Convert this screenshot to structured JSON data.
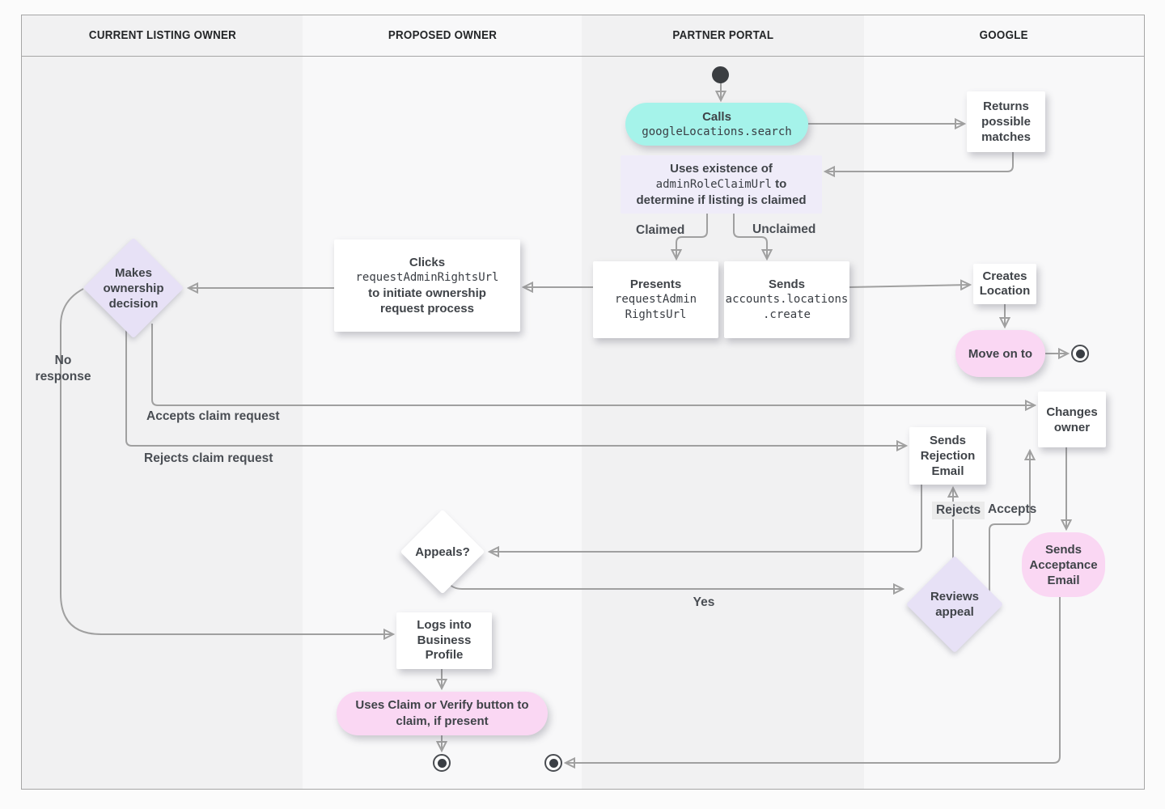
{
  "lanes": [
    {
      "title": "CURRENT LISTING OWNER"
    },
    {
      "title": "PROPOSED OWNER"
    },
    {
      "title": "PARTNER PORTAL"
    },
    {
      "title": "GOOGLE"
    }
  ],
  "nodes": {
    "calls": {
      "title": "Calls",
      "code": "googleLocations.search"
    },
    "returns_matches": {
      "text": "Returns\npossible\nmatches"
    },
    "uses_existence": {
      "t1": "Uses existence of",
      "code": "adminRoleClaimUrl",
      "t2": "to determine if listing is claimed"
    },
    "presents": {
      "title": "Presents",
      "code": "requestAdmin\nRightsUrl"
    },
    "sends_create": {
      "title": "Sends",
      "code": "accounts.locations\n.create"
    },
    "clicks": {
      "l1": "Clicks",
      "code": "requestAdminRightsUrl",
      "l2": "to initiate ownership\nrequest process"
    },
    "makes_decision": {
      "text": "Makes\nownership\ndecision"
    },
    "creates_location": {
      "text": "Creates\nLocation"
    },
    "move_on": {
      "text": "Move on to"
    },
    "changes_owner": {
      "text": "Changes\nowner"
    },
    "rejection_email": {
      "text": "Sends\nRejection\nEmail"
    },
    "acceptance_email": {
      "text": "Sends\nAcceptance\nEmail"
    },
    "reviews_appeal": {
      "text": "Reviews\nappeal"
    },
    "appeals": {
      "text": "Appeals?"
    },
    "logs_in": {
      "text": "Logs into\nBusiness\nProfile"
    },
    "claim_verify": {
      "text": "Uses Claim or Verify button to\nclaim, if present"
    }
  },
  "edge_labels": {
    "claimed": "Claimed",
    "unclaimed": "Unclaimed",
    "accepts_claim": "Accepts claim request",
    "rejects_claim": "Rejects claim request",
    "no_response": "No\nresponse",
    "yes": "Yes",
    "rejects": "Rejects",
    "accepts": "Accepts"
  },
  "colors": {
    "teal": "#a5f3ea",
    "pink": "#fad7f3",
    "purple": "#e7e1f6",
    "purple_light": "#efecf9",
    "lane_dark": "#f1f1f2",
    "lane_light": "#f8f8f9",
    "line": "#a0a0a0",
    "arrow": "#6f7378",
    "text": "#3f4348"
  }
}
